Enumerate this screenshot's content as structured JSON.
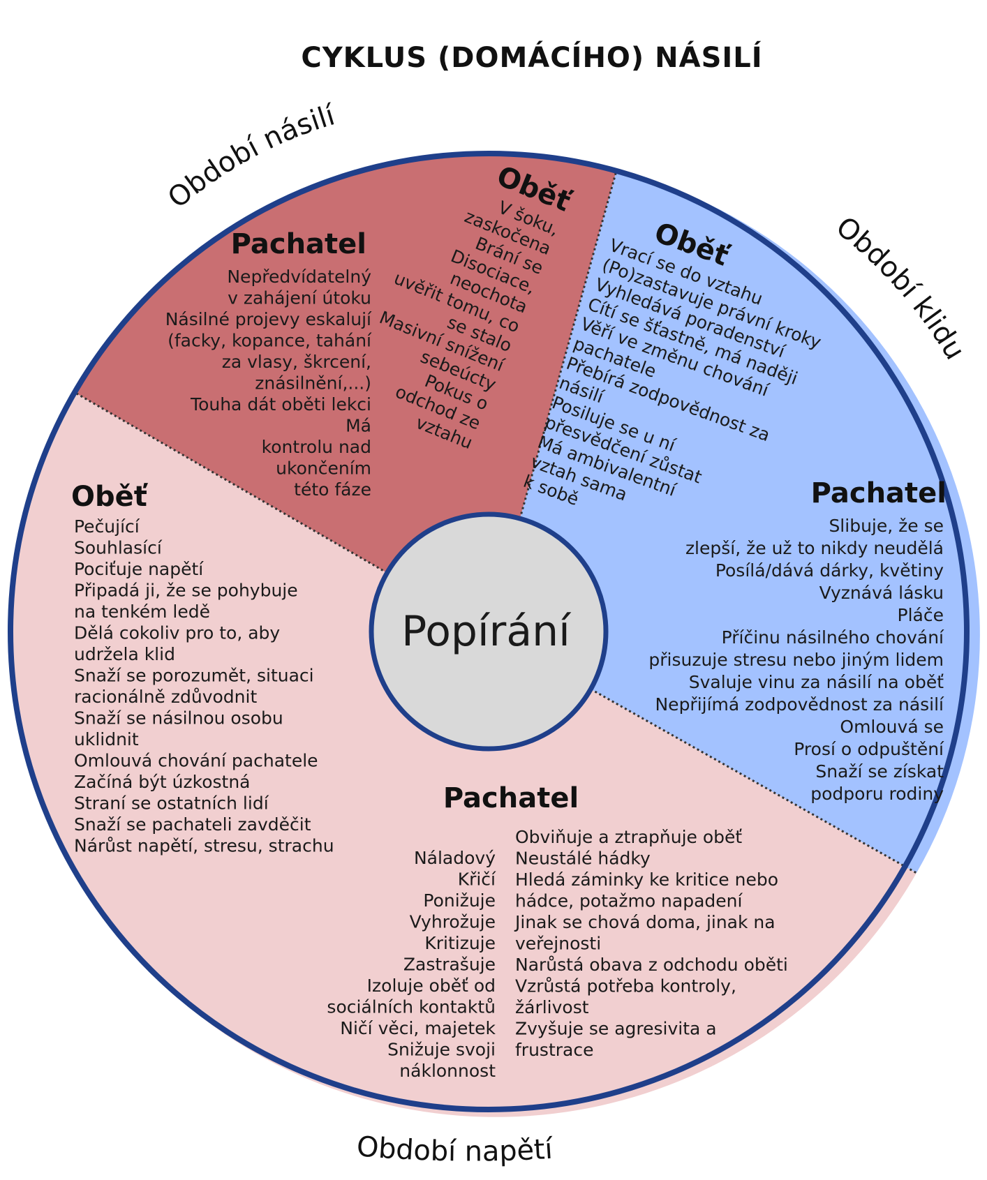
{
  "title": "CYKLUS (DOMÁCÍHO) NÁSILÍ",
  "center": {
    "label": "Popírání"
  },
  "colors": {
    "outline": "#1f3f8a",
    "violence_fill": "#c96f72",
    "calm_fill": "#a3c2ff",
    "tension_fill": "#f1cfd0",
    "center_fill": "#d9d9d9",
    "divider": "#333333"
  },
  "phases": {
    "violence": {
      "label": "Období násilí",
      "perpetrator": {
        "heading": "Pachatel",
        "lines": [
          "Nepředvídatelný",
          "v zahájení útoku",
          "Násilné projevy eskalují",
          "(facky, kopance, tahání",
          "za vlasy, škrcení,",
          "znásilnění,...)",
          "Touha dát oběti lekci",
          "Má",
          "kontrolu nad",
          "ukončením",
          "této fáze"
        ]
      },
      "victim": {
        "heading": "Oběť",
        "lines": [
          "V šoku,",
          "zaskočena",
          "Brání se",
          "Disociace,",
          "neochota",
          "uvěřit tomu, co",
          "se stalo",
          "Masivní snížení",
          "sebeúcty",
          "Pokus o",
          "odchod ze",
          "vztahu"
        ]
      }
    },
    "calm": {
      "label": "Období klidu",
      "victim": {
        "heading": "Oběť",
        "lines": [
          "Vrací se do vztahu",
          "(Po)zastavuje právní kroky",
          "Vyhledává poradenství",
          "Cítí se šťastně, má naději",
          "Věří ve změnu chování",
          "pachatele",
          "Přebírá zodpovědnost za",
          "násilí",
          "Posiluje se u ní",
          "přesvědčení zůstat",
          "Má ambivalentní",
          "vztah sama",
          "k sobě"
        ]
      },
      "perpetrator": {
        "heading": "Pachatel",
        "lines": [
          "Slibuje, že se",
          "zlepší, že už to nikdy neudělá",
          "Posílá/dává dárky, květiny",
          "Vyznává lásku",
          "Pláče",
          "Příčinu násilného chování",
          "přisuzuje stresu nebo jiným lidem",
          "Svaluje vinu za násilí na oběť",
          "Nepřijímá zodpovědnost za násilí",
          "Omlouvá se",
          "Prosí o odpuštění",
          "Snaží se získat",
          "podporu rodiny"
        ]
      }
    },
    "tension": {
      "label": "Období napětí",
      "victim": {
        "heading": "Oběť",
        "lines": [
          "Pečující",
          "Souhlasící",
          "Pociťuje napětí",
          "Připadá ji, že se pohybuje",
          "na tenkém ledě",
          "Dělá cokoliv pro to, aby",
          "udržela klid",
          "Snaží se porozumět, situaci",
          "racionálně zdůvodnit",
          "Snaží se násilnou osobu",
          "uklidnit",
          "Omlouvá chování pachatele",
          "Začíná být úzkostná",
          "Straní se ostatních lidí",
          "Snaží se pachateli zavděčit",
          "Nárůst napětí, stresu, strachu"
        ]
      },
      "perpetrator": {
        "heading": "Pachatel",
        "left_lines": [
          "Náladový",
          "Křičí",
          "Ponižuje",
          "Vyhrožuje",
          "Kritizuje",
          "Zastrašuje",
          "Izoluje oběť od",
          "sociálních kontaktů",
          "Ničí věci, majetek",
          "Snižuje svoji",
          "náklonnost"
        ],
        "right_lines": [
          "Obviňuje a ztrapňuje oběť",
          "Neustálé hádky",
          "Hledá záminky ke kritice nebo",
          "hádce, potažmo napadení",
          "Jinak se chová doma, jinak na",
          "veřejnosti",
          "Narůstá obava z odchodu oběti",
          "Vzrůstá potřeba kontroly,",
          "žárlivost",
          "Zvyšuje se agresivita a",
          "frustrace"
        ]
      }
    }
  }
}
